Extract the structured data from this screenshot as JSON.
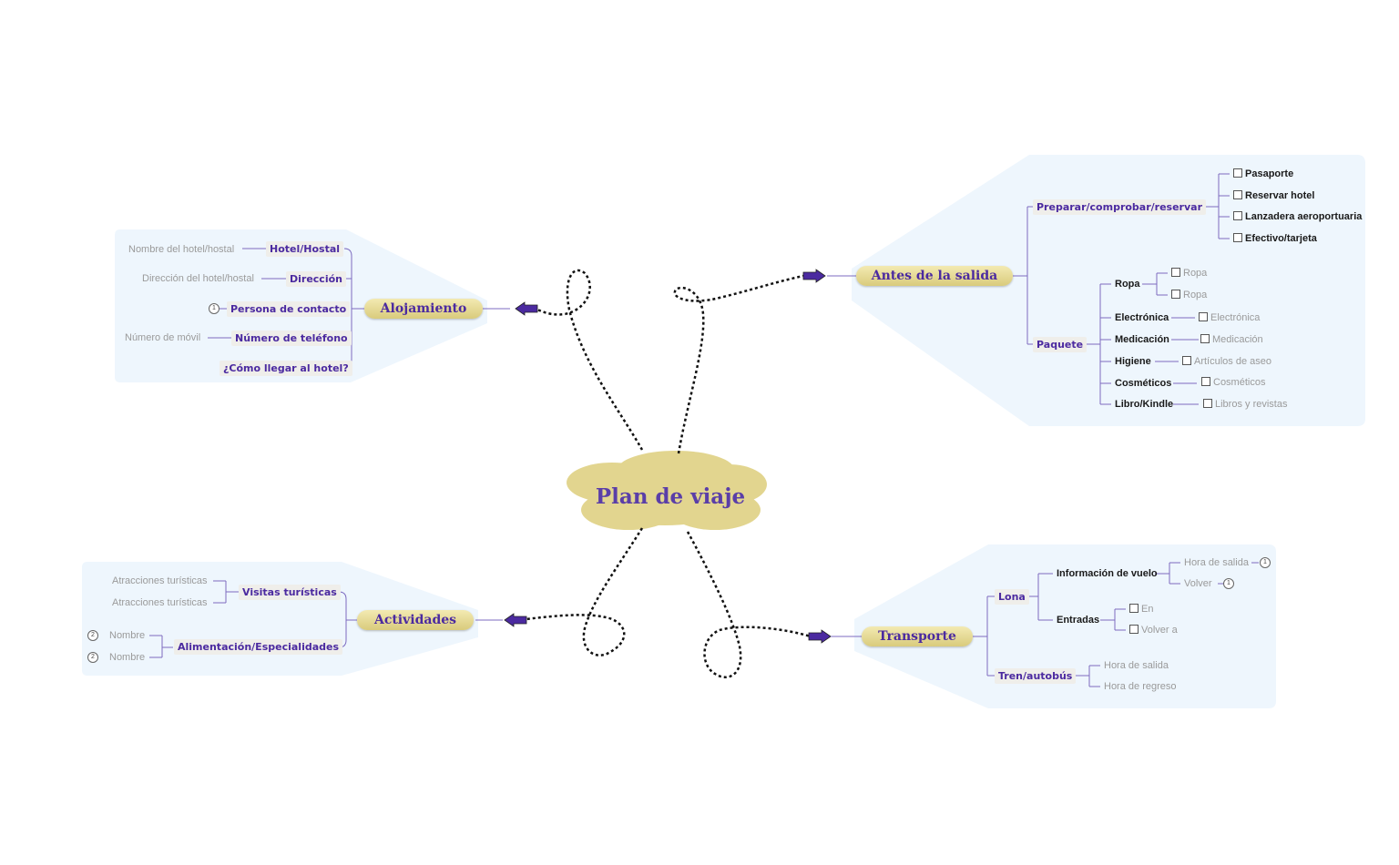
{
  "center": {
    "title": "Plan de viaje"
  },
  "colors": {
    "accent": "#4b2aa0",
    "node_fill": "#e6dc9c",
    "panel": "#eef6fd",
    "connector": "#7d6bc0"
  },
  "alojamiento": {
    "title": "Alojamiento",
    "hotel": "Hotel/Hostal",
    "hotel_leaf": "Nombre del hotel/hostal",
    "direccion": "Dirección",
    "direccion_leaf": "Dirección del hotel/hostal",
    "persona": "Persona de contacto",
    "persona_badge": "1",
    "telefono": "Número de teléfono",
    "telefono_leaf": "Número de móvil",
    "llegar": "¿Cómo llegar al hotel?"
  },
  "antes": {
    "title": "Antes de la salida",
    "preparar": "Preparar/comprobar/reservar",
    "preparar_items": [
      "Pasaporte",
      "Reservar hotel",
      "Lanzadera aeroportuaria",
      "Efectivo/tarjeta"
    ],
    "paquete": "Paquete",
    "ropa": "Ropa",
    "ropa_items": [
      "Ropa",
      "Ropa"
    ],
    "electronica": "Electrónica",
    "electronica_leaf": "Electrónica",
    "medicacion": "Medicación",
    "medicacion_leaf": "Medicación",
    "higiene": "Higiene",
    "higiene_leaf": "Artículos de aseo",
    "cosmeticos": "Cosméticos",
    "cosmeticos_leaf": "Cosméticos",
    "libro": "Libro/Kindle",
    "libro_leaf": "Libros y revistas"
  },
  "actividades": {
    "title": "Actividades",
    "visitas": "Visitas turísticas",
    "visitas_items": [
      "Atracciones turísticas",
      "Atracciones turísticas"
    ],
    "alimentacion": "Alimentación/Especialidades",
    "alimentacion_items": [
      "Nombre",
      "Nombre"
    ],
    "alimentacion_badge": "2"
  },
  "transporte": {
    "title": "Transporte",
    "lona": "Lona",
    "vuelo": "Información de vuelo",
    "vuelo_items": [
      "Hora de salida",
      "Volver"
    ],
    "vuelo_badge": "1",
    "entradas": "Entradas",
    "entradas_items": [
      "En",
      "Volver a"
    ],
    "tren": "Tren/autobús",
    "tren_items": [
      "Hora de salida",
      "Hora de regreso"
    ]
  }
}
